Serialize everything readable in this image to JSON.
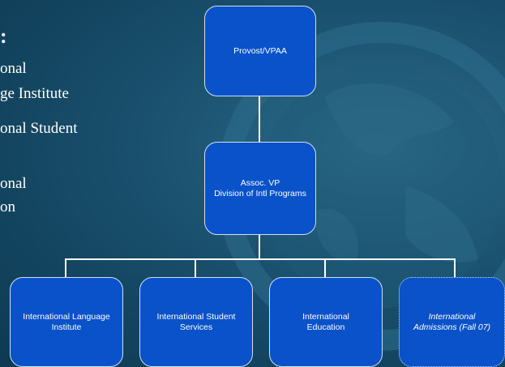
{
  "left_text": {
    "heading_fragment": ":",
    "lines": [
      "onal",
      "ge Institute",
      "onal Student",
      "",
      "onal",
      "on"
    ]
  },
  "org_chart": {
    "top": {
      "lines": [
        "Provost/VPAA"
      ]
    },
    "middle": {
      "lines": [
        "Assoc. VP",
        "Division of Intl Programs"
      ]
    },
    "bottom": [
      {
        "lines": [
          "International Language",
          "Institute"
        ],
        "italic": false
      },
      {
        "lines": [
          "International Student",
          "Services"
        ],
        "italic": false
      },
      {
        "lines": [
          "International",
          "Education"
        ],
        "italic": false
      },
      {
        "lines": [
          "International",
          "Admissions (Fall 07)"
        ],
        "italic": true
      }
    ]
  },
  "colors": {
    "background": "#1d5573",
    "node_fill": "#0a52c9",
    "node_border": "#cfe0f5",
    "connector": "#ffffff"
  }
}
